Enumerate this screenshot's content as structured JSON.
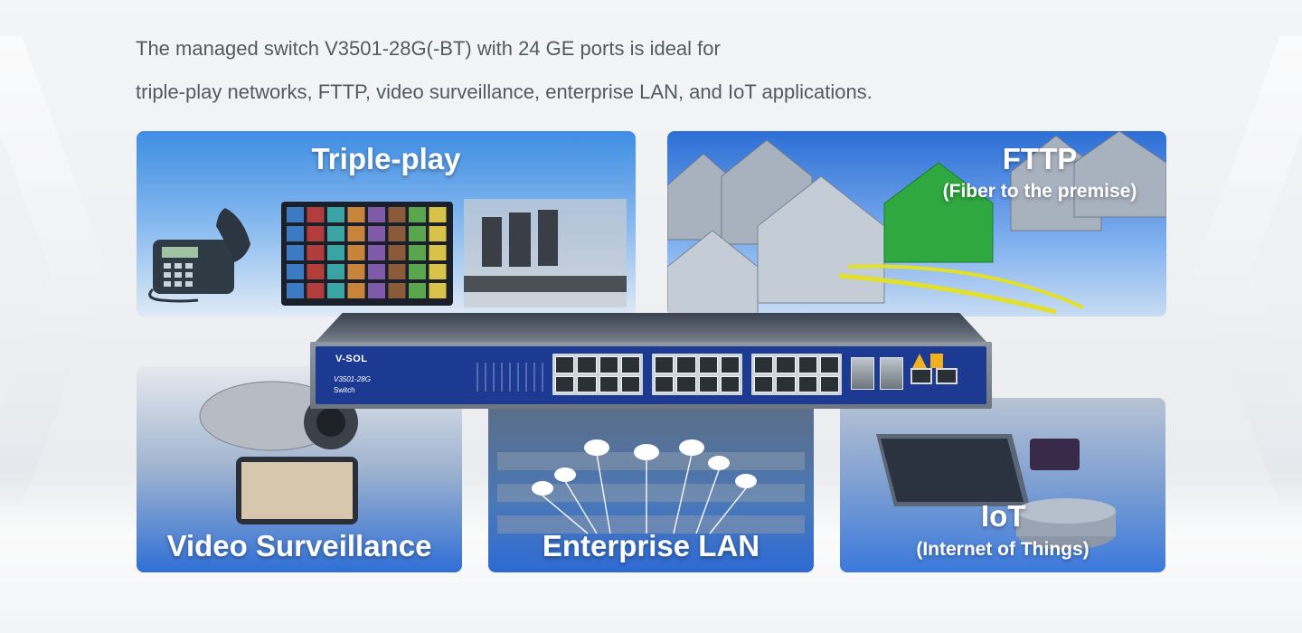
{
  "intro": {
    "line1": "The managed switch V3501-28G(-BT) with 24 GE ports is ideal for",
    "line2": "triple-play networks, FTTP, video surveillance, enterprise LAN, and IoT applications."
  },
  "cards": {
    "triple": {
      "title": "Triple-play"
    },
    "fttp": {
      "title": "FTTP",
      "subtitle": "(Fiber to the premise)"
    },
    "video": {
      "title": "Video Surveillance"
    },
    "lan": {
      "title": "Enterprise LAN"
    },
    "iot": {
      "title": "IoT",
      "subtitle": "(Internet of Things)"
    }
  },
  "switch": {
    "brand": "V-SOL",
    "model": "V3501-28G",
    "type": "Switch"
  },
  "colors": {
    "card_blue": "#2f6fd6",
    "panel_blue": "#1d3a92",
    "text_gray": "#555a60",
    "house_green": "#2fa83f",
    "fiber_yellow": "#e3e02a"
  }
}
